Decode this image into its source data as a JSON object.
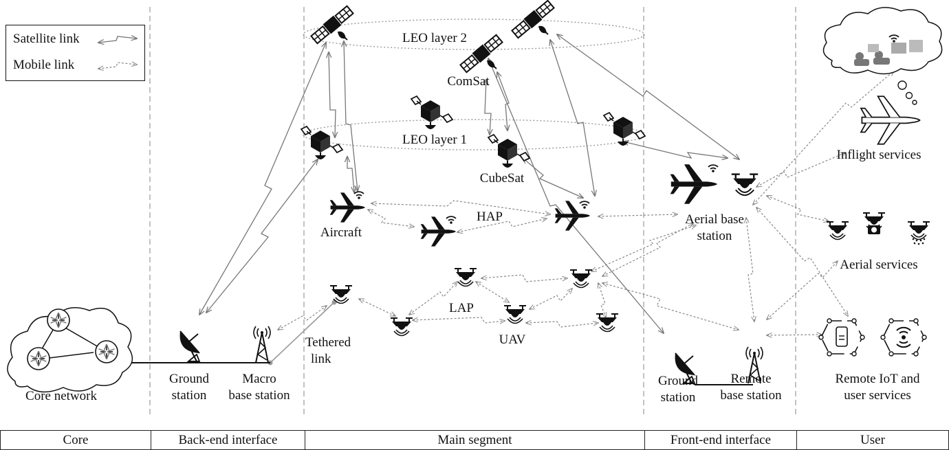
{
  "legend": {
    "satellite_link": "Satellite link",
    "mobile_link": "Mobile link"
  },
  "labels": {
    "leo_layer_2": "LEO layer 2",
    "leo_layer_1": "LEO layer 1",
    "comsat": "ComSat",
    "cubesat": "CubeSat",
    "aircraft": "Aircraft",
    "hap": "HAP",
    "lap": "LAP",
    "uav": "UAV",
    "tethered_link_1": "Tethered",
    "tethered_link_2": "link",
    "core_network": "Core network",
    "ground_station_left_1": "Ground",
    "ground_station_left_2": "station",
    "macro_bs_1": "Macro",
    "macro_bs_2": "base station",
    "aerial_bs_1": "Aerial base",
    "aerial_bs_2": "station",
    "ground_station_right_1": "Ground",
    "ground_station_right_2": "station",
    "remote_bs_1": "Remote",
    "remote_bs_2": "base station",
    "inflight_services": "Inflight services",
    "aerial_services": "Aerial services",
    "remote_iot_1": "Remote IoT and",
    "remote_iot_2": "user services"
  },
  "segments": [
    {
      "label": "Core"
    },
    {
      "label": "Back-end interface"
    },
    {
      "label": "Main segment"
    },
    {
      "label": "Front-end interface"
    },
    {
      "label": "User"
    }
  ],
  "colors": {
    "link": "#777777",
    "icon": "#111111"
  }
}
